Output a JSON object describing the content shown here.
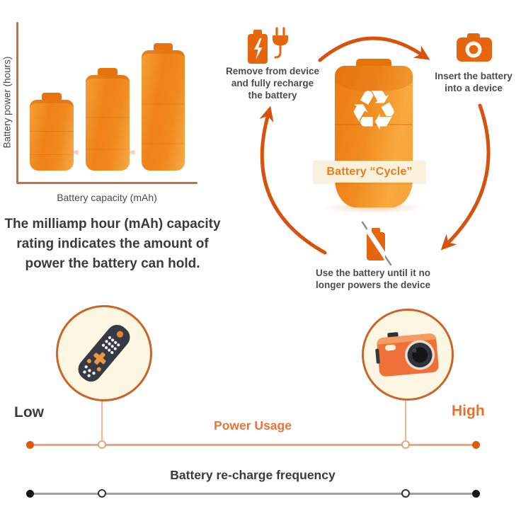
{
  "palette": {
    "orange": "#EE7D18",
    "orange_dark": "#D8510D",
    "orange_light": "#F9AE4B",
    "cream": "#FBF4E2",
    "text_dark": "#3B3B3B",
    "line_gray": "#9E9E9E"
  },
  "icons": {
    "recycle": "♻",
    "fade_arrow": "◄"
  },
  "chart": {
    "y_axis_label": "Battery power (hours)",
    "x_axis_label": "Battery capacity (mAh)",
    "caption": "The milliamp hour (mAh) capacity\nrating indicates the amount of\npower the battery can hold."
  },
  "chart_data": {
    "type": "bar",
    "title": "",
    "xlabel": "Battery capacity (mAh)",
    "ylabel": "Battery power (hours)",
    "categories": [
      "small capacity battery",
      "medium capacity battery",
      "large capacity battery"
    ],
    "values": [
      44,
      60,
      75
    ],
    "values_unit": "relative bar height, % of plot height (no numeric ticks shown)",
    "bar_style": "battery-shaped orange bars",
    "gridlines": false,
    "tick_labels": [],
    "legend": null
  },
  "cycle": {
    "center_label": "Battery “Cycle”",
    "steps": [
      {
        "icon": "recharge-battery-and-plug-icon",
        "label": "Remove from device\nand fully recharge\nthe battery"
      },
      {
        "icon": "camera-icon",
        "label": "Insert the battery\ninto a device"
      },
      {
        "icon": "depleted-battery-icon",
        "label": "Use the battery until it no\nlonger powers the device"
      }
    ]
  },
  "scale": {
    "low": "Low",
    "high": "High",
    "power_usage": "Power Usage",
    "recharge_frequency": "Battery re-charge frequency",
    "devices": [
      {
        "name": "remote-control",
        "position": "low"
      },
      {
        "name": "compact-camera",
        "position": "high"
      }
    ]
  }
}
